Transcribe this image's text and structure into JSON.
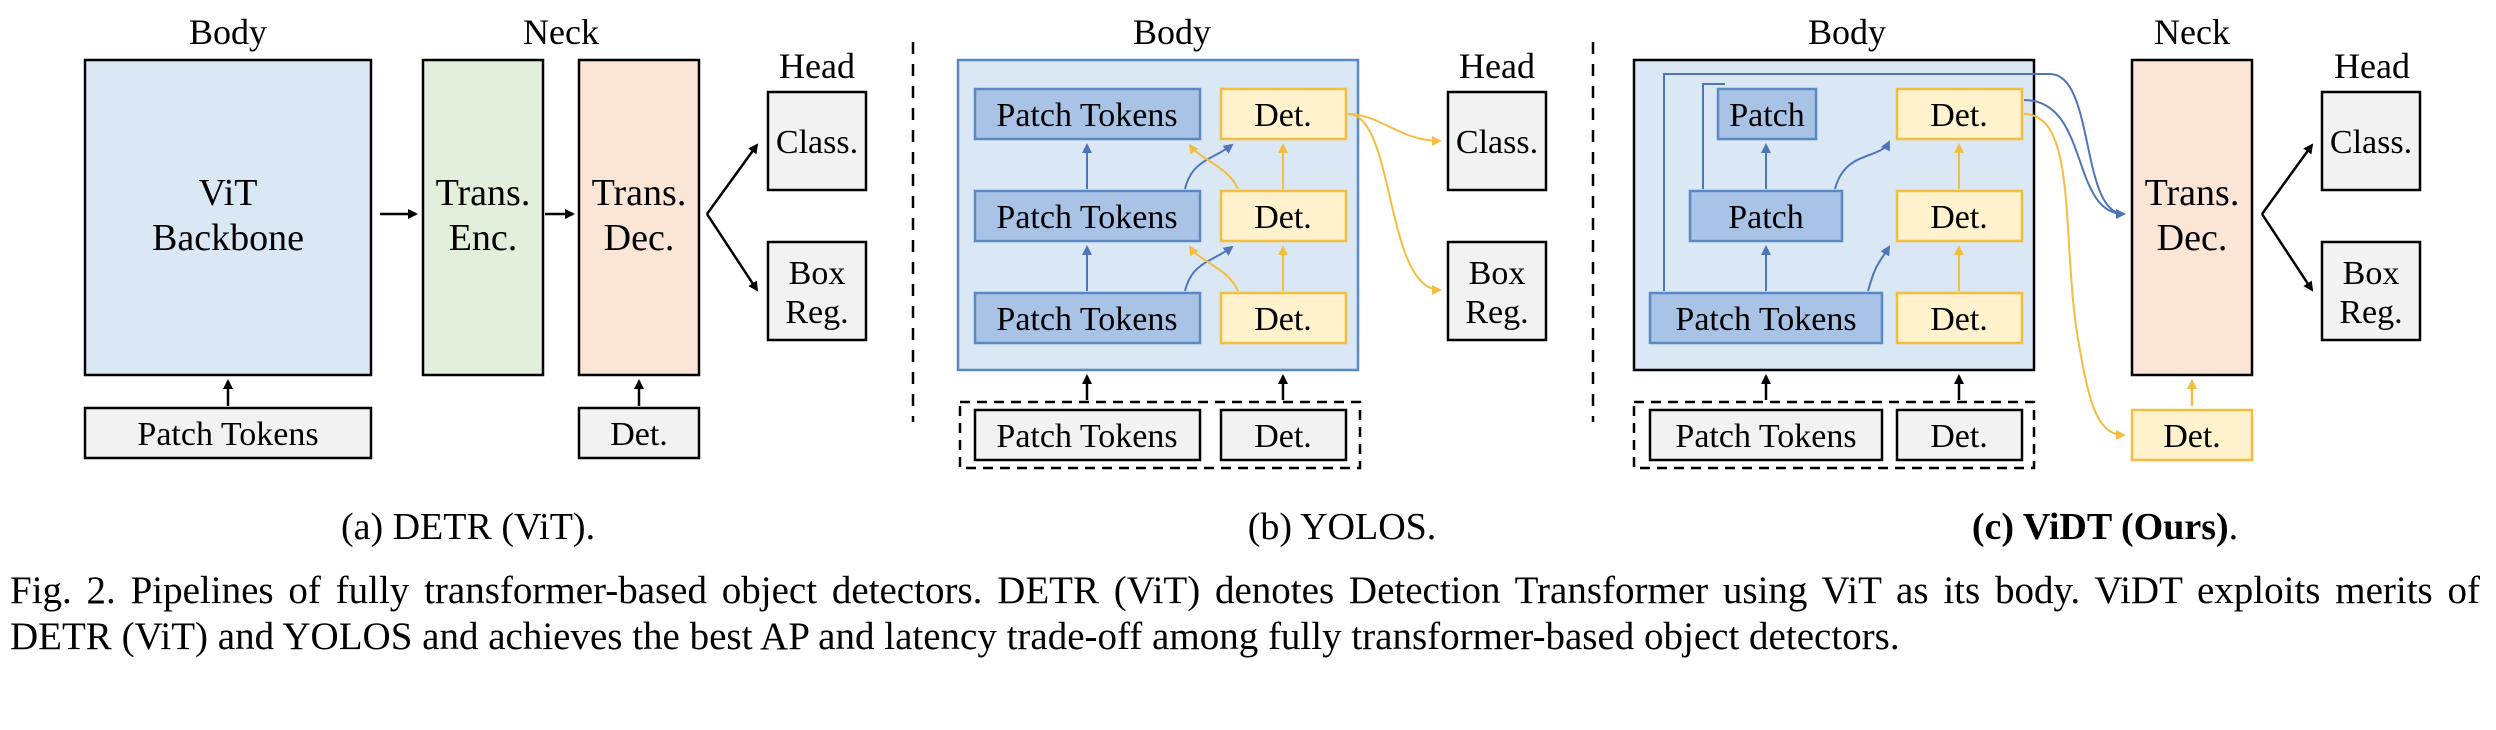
{
  "colors": {
    "blue_fill": "#dae8f5",
    "blue_stroke": "#5b87c5",
    "token_fill": "#a9c3e6",
    "green_fill": "#e2efda",
    "green_stroke": "#000000",
    "orange_fill": "#fbe5d6",
    "yellow_fill": "#fff2cc",
    "yellow_stroke": "#f3bd3f",
    "gray_fill": "#f2f2f2",
    "arrow_blue": "#4f74b8",
    "arrow_yellow": "#f3bd3f"
  },
  "panel_a": {
    "body_label": "Body",
    "neck_label": "Neck",
    "head_label": "Head",
    "backbone_line1": "ViT",
    "backbone_line2": "Backbone",
    "enc_line1": "Trans.",
    "enc_line2": "Enc.",
    "dec_line1": "Trans.",
    "dec_line2": "Dec.",
    "class_label": "Class.",
    "box_line1": "Box",
    "box_line2": "Reg.",
    "patch_tokens": "Patch Tokens",
    "det": "Det.",
    "subcaption": "(a) DETR (ViT)."
  },
  "panel_b": {
    "body_label": "Body",
    "head_label": "Head",
    "patch_tokens_1": "Patch Tokens",
    "patch_tokens_2": "Patch Tokens",
    "patch_tokens_3": "Patch Tokens",
    "det_1": "Det.",
    "det_2": "Det.",
    "det_3": "Det.",
    "class_label": "Class.",
    "box_line1": "Box",
    "box_line2": "Reg.",
    "input_patch_tokens": "Patch Tokens",
    "input_det": "Det.",
    "subcaption": "(b) YOLOS."
  },
  "panel_c": {
    "body_label": "Body",
    "neck_label": "Neck",
    "head_label": "Head",
    "patch_top": "Patch",
    "patch_mid": "Patch",
    "patch_tokens": "Patch Tokens",
    "det_1": "Det.",
    "det_2": "Det.",
    "det_3": "Det.",
    "dec_line1": "Trans.",
    "dec_line2": "Dec.",
    "class_label": "Class.",
    "box_line1": "Box",
    "box_line2": "Reg.",
    "input_patch_tokens": "Patch Tokens",
    "input_det": "Det.",
    "neck_det": "Det.",
    "subcaption_bold": "(c) ViDT (Ours)",
    "subcaption_tail": "."
  },
  "caption": {
    "text": "Fig. 2. Pipelines of fully transformer-based object detectors. DETR (ViT) denotes Detection Transformer using ViT as its body. ViDT exploits merits of DETR (ViT) and YOLOS and achieves the best AP and latency trade-off among fully transformer-based object detectors."
  }
}
